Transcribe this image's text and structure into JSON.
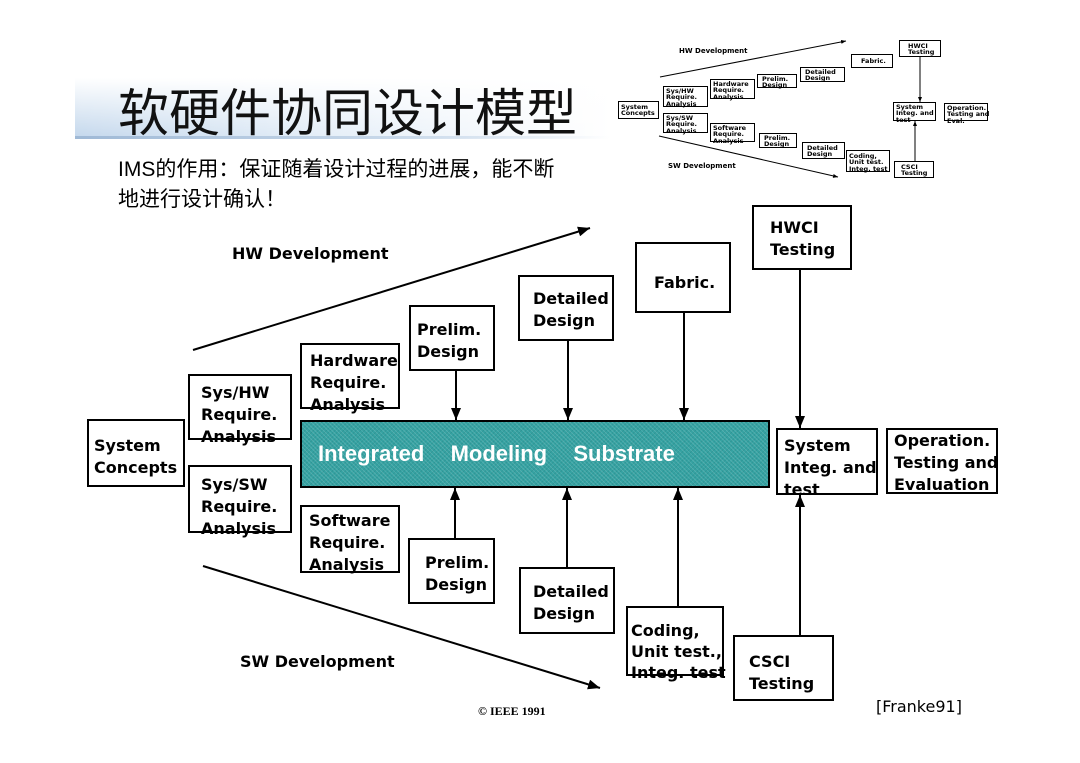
{
  "slide": {
    "title": "软硬件协同设计模型",
    "subtitle": "IMS的作用：保证随着设计过程的进展，能不断\n地进行设计确认！",
    "copyright": "© IEEE 1991",
    "citation": "[Franke91]"
  },
  "diagram": {
    "hw_label": "HW Development",
    "sw_label": "SW Development",
    "substrate": "Integrated  Modeling  Substrate",
    "substrate_color": "#35a2a2",
    "boxes": {
      "system_concepts": "System\nConcepts",
      "sys_hw": "Sys/HW\nRequire.\nAnalysis",
      "sys_sw": "Sys/SW\nRequire.\nAnalysis",
      "hw_req": "Hardware\nRequire.\nAnalysis",
      "sw_req": "Software\nRequire.\nAnalysis",
      "hw_prelim": "Prelim.\nDesign",
      "hw_detailed": "Detailed\nDesign",
      "fabric": "Fabric.",
      "hwci": "HWCI\nTesting",
      "sys_integ": "System\nInteg. and\ntest",
      "operation": "Operation.\nTesting and\nEvaluation",
      "sw_prelim": "Prelim.\nDesign",
      "sw_detailed": "Detailed\nDesign",
      "coding": "Coding,\nUnit test.,\nInteg. test",
      "csci": "CSCI\nTesting"
    }
  },
  "thumbnail": {
    "hw_label": "HW Development",
    "sw_label": "SW Development",
    "boxes": {
      "system_concepts": "System\nConcepts",
      "sys_hw": "Sys/HW\nRequire.\nAnalysis",
      "sys_sw": "Sys/SW\nRequire.\nAnalysis",
      "hw_req": "Hardware\nRequire.\nAnalysis",
      "sw_req": "Software\nRequire.\nAnalysis",
      "hw_prelim": "Prelim.\nDesign",
      "hw_detailed": "Detailed\nDesign",
      "fabric": "Fabric.",
      "hwci": "HWCI\nTesting",
      "sys_integ": "System\nInteg. and\ntest",
      "operation": "Operation.\nTesting and\nEval.",
      "sw_prelim": "Prelim.\nDesign",
      "sw_detailed": "Detailed\nDesign",
      "coding": "Coding,\nUnit test.\nInteg. test",
      "csci": "CSCI\nTesting"
    }
  }
}
